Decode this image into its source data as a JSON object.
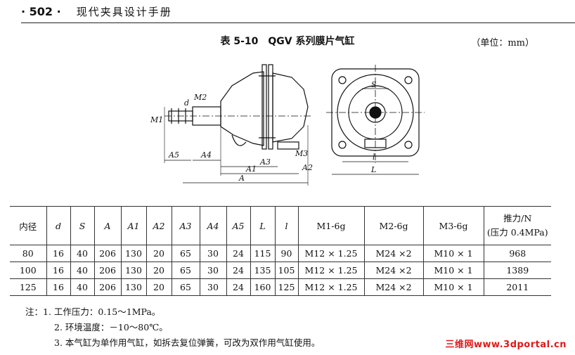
{
  "header": {
    "page_number": "· 502 ·",
    "book_title": "现代夹具设计手册"
  },
  "caption": {
    "title": "表 5-10　QGV 系列膜片气缸",
    "unit": "（单位：mm）"
  },
  "drawing": {
    "labels": {
      "d": "d",
      "M2": "M2",
      "M1": "M1",
      "A5": "A5",
      "A4": "A4",
      "M3": "M3",
      "A3": "A3",
      "A1": "A1",
      "A2": "A2",
      "A": "A",
      "S": "S",
      "l": "l",
      "L": "L"
    }
  },
  "table": {
    "headers": [
      "内径",
      "d",
      "S",
      "A",
      "A1",
      "A2",
      "A3",
      "A4",
      "A5",
      "L",
      "l",
      "M1-6g",
      "M2-6g",
      "M3-6g",
      "推力/N",
      "(压力 0.4MPa)"
    ],
    "rows": [
      [
        "80",
        "16",
        "40",
        "206",
        "130",
        "20",
        "65",
        "30",
        "24",
        "115",
        "90",
        "M12 × 1.25",
        "M24 ×2",
        "M10 × 1",
        "968"
      ],
      [
        "100",
        "16",
        "40",
        "206",
        "130",
        "20",
        "65",
        "30",
        "24",
        "135",
        "105",
        "M12 × 1.25",
        "M24 ×2",
        "M10 × 1",
        "1389"
      ],
      [
        "125",
        "16",
        "40",
        "206",
        "130",
        "20",
        "65",
        "30",
        "24",
        "160",
        "125",
        "M12 × 1.25",
        "M24 ×2",
        "M10 × 1",
        "2011"
      ]
    ]
  },
  "notes": {
    "lead": "注：",
    "items": [
      "1. 工作压力：0.15～1MPa。",
      "2. 环境温度：－10～80℃。",
      "3. 本气缸为单作用气缸，如拆去复位弹簧，可改为双作用气缸使用。"
    ]
  },
  "watermark": "三维网www.3dportal.cn"
}
